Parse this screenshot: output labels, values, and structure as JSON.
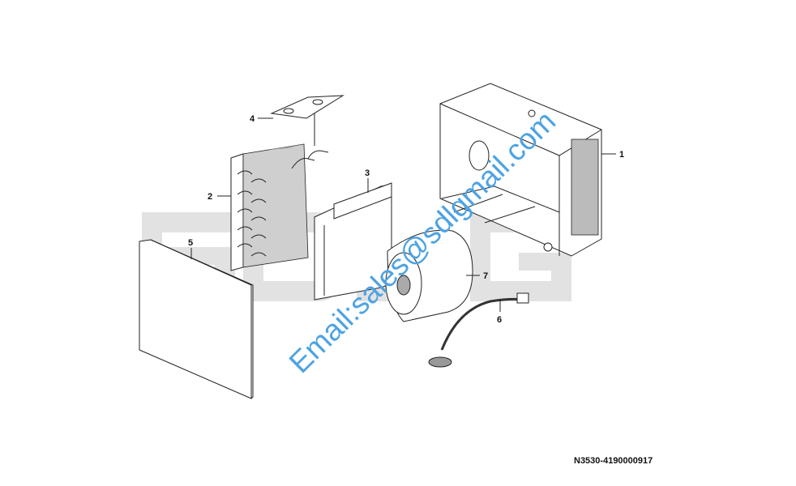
{
  "watermark_brand": "SDLG",
  "watermark_email": "Email:sales@sdlgmail.com",
  "drawing_code": "N3530-4190000917",
  "callouts": [
    "1",
    "2",
    "3",
    "4",
    "5",
    "6",
    "7"
  ],
  "colors": {
    "email": "#4da3e3",
    "brand": "#e2e2e2"
  }
}
